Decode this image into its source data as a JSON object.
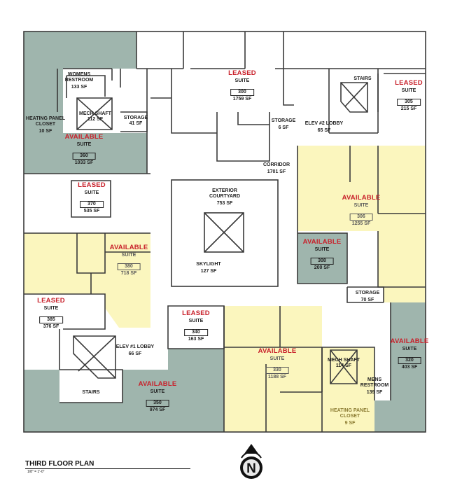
{
  "plan": {
    "title": "THIRD FLOOR PLAN",
    "scale": "1/8\" = 1'-0\"",
    "north_label": "N",
    "colors": {
      "available_gray": "#9fb5ad",
      "available_yellow": "#fbf6be",
      "leased": "#ffffff",
      "wall": "#3a3a3a",
      "status_red": "#c8202a"
    }
  },
  "suites": [
    {
      "id": "300",
      "status": "LEASED",
      "suite_label": "SUITE",
      "area": "1759 SF"
    },
    {
      "id": "305",
      "status": "LEASED",
      "suite_label": "SUITE",
      "area": "215 SF"
    },
    {
      "id": "306",
      "status": "AVAILABLE",
      "suite_label": "SUITE",
      "area": "1255 SF"
    },
    {
      "id": "308",
      "status": "AVAILABLE",
      "suite_label": "SUITE",
      "area": "200 SF"
    },
    {
      "id": "320",
      "status": "AVAILABLE",
      "suite_label": "SUITE",
      "area": "403 SF"
    },
    {
      "id": "330",
      "status": "AVAILABLE",
      "suite_label": "SUITE",
      "area": "1188 SF"
    },
    {
      "id": "340",
      "status": "LEASED",
      "suite_label": "SUITE",
      "area": "163 SF"
    },
    {
      "id": "350",
      "status": "AVAILABLE",
      "suite_label": "SUITE",
      "area": "974 SF"
    },
    {
      "id": "360",
      "status": "AVAILABLE",
      "suite_label": "SUITE",
      "area": "1033 SF"
    },
    {
      "id": "370",
      "status": "LEASED",
      "suite_label": "SUITE",
      "area": "535 SF"
    },
    {
      "id": "380",
      "status": "AVAILABLE",
      "suite_label": "SUITE",
      "area": "718 SF"
    },
    {
      "id": "385",
      "status": "LEASED",
      "suite_label": "SUITE",
      "area": "376 SF"
    }
  ],
  "spaces": {
    "womens_restroom": {
      "name_1": "WOMENS",
      "name_2": "RESTROOM",
      "area": "133 SF"
    },
    "mech_shaft_west": {
      "name": "MECH SHAFT",
      "area": "112 SF"
    },
    "storage_west": {
      "name": "STORAGE",
      "area": "41 SF"
    },
    "heating_closet_west": {
      "name_1": "HEATING PANEL",
      "name_2": "CLOSET",
      "area": "10 SF"
    },
    "storage_north": {
      "name": "STORAGE",
      "area": "6 SF"
    },
    "elev2_lobby": {
      "name": "ELEV #2 LOBBY",
      "area": "65 SF"
    },
    "stairs_north": {
      "name": "STAIRS"
    },
    "corridor": {
      "name": "CORRIDOR",
      "area": "1701 SF"
    },
    "courtyard": {
      "name_1": "EXTERIOR",
      "name_2": "COURTYARD",
      "area": "753 SF"
    },
    "skylight": {
      "name": "SKYLIGHT",
      "area": "127 SF"
    },
    "storage_east": {
      "name": "STORAGE",
      "area": "70 SF"
    },
    "elev1_lobby": {
      "name": "ELEV #1 LOBBY",
      "area": "66 SF"
    },
    "stairs_south": {
      "name": "STAIRS"
    },
    "mech_shaft_east": {
      "name": "MECH SHAFT",
      "area": "114 SF"
    },
    "mens_restroom": {
      "name_1": "MENS",
      "name_2": "RESTROOM",
      "area": "139 SF"
    },
    "heating_closet_east": {
      "name_1": "HEATING PANEL",
      "name_2": "CLOSET",
      "area": "9 SF"
    }
  }
}
